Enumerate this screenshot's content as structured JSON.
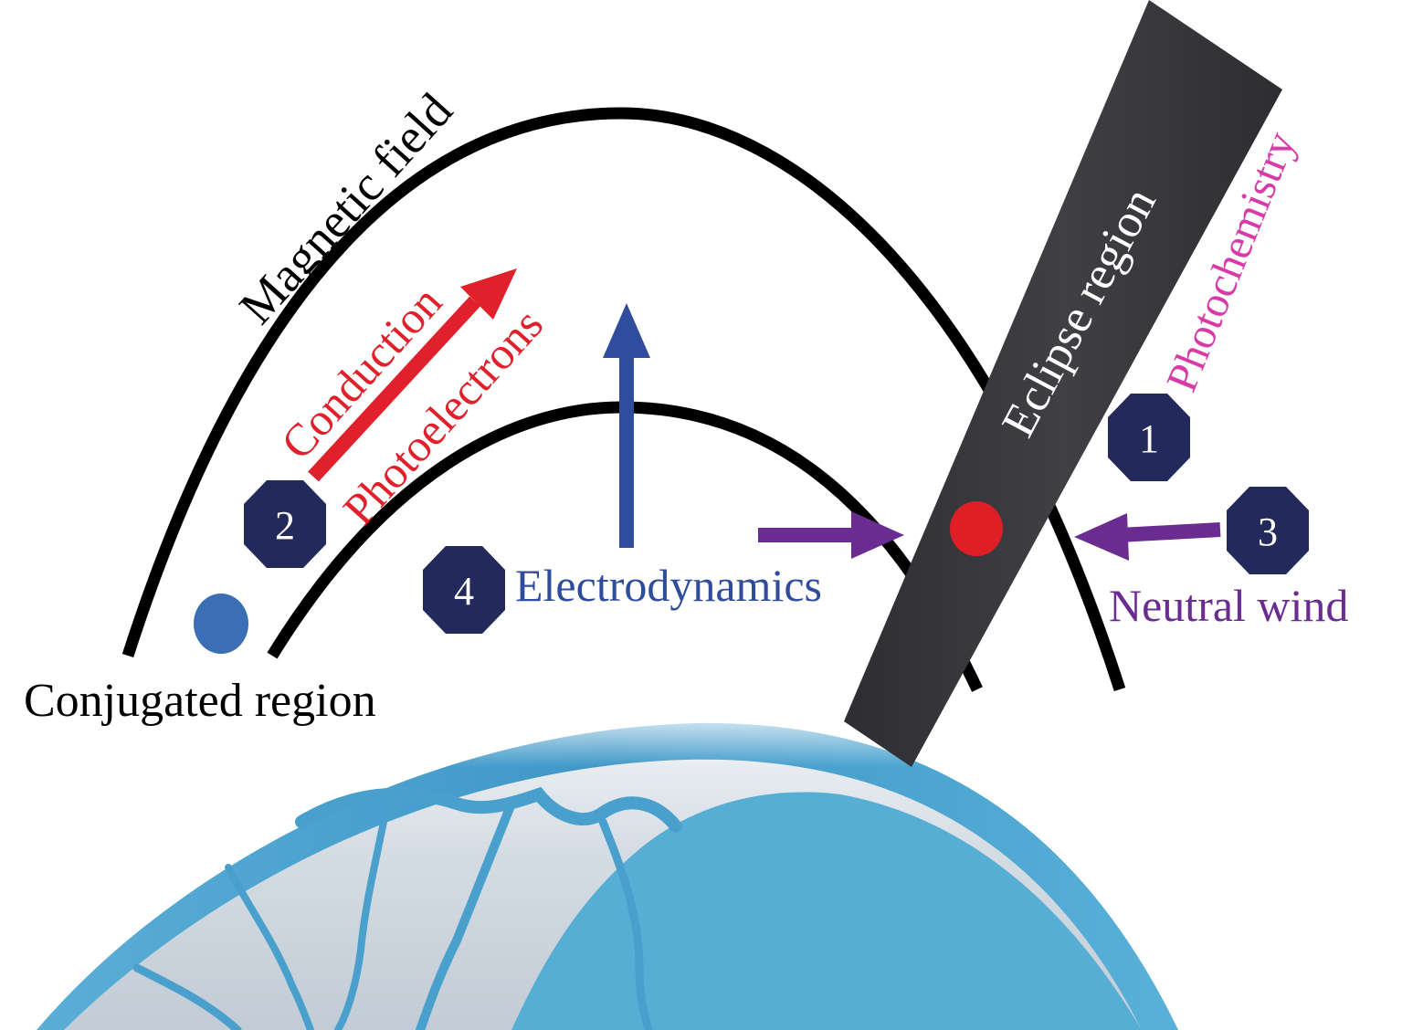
{
  "labels": {
    "magnetic_field": "Magnetic field",
    "conduction": "Conduction",
    "photoelectrons": "Photoelectrons",
    "eclipse_region": "Eclipse region",
    "photochemistry": "Photochemistry",
    "electrodynamics": "Electrodynamics",
    "neutral_wind": "Neutral wind",
    "conjugated_region": "Conjugated region"
  },
  "markers": {
    "m1": "1",
    "m2": "2",
    "m3": "3",
    "m4": "4"
  },
  "colors": {
    "field_line": "#000000",
    "conduction": "#e0202a",
    "electrodynamics": "#2f4d9c",
    "neutral_wind": "#6a2c91",
    "photochemistry": "#d83aa8",
    "eclipse_band": "#3a3a3e",
    "marker": "#23295a",
    "eclipse_dot": "#e01e26",
    "conjugate_dot": "#3a6fb5",
    "ocean": "#4aa3cc",
    "land": "#c9d3dc"
  }
}
